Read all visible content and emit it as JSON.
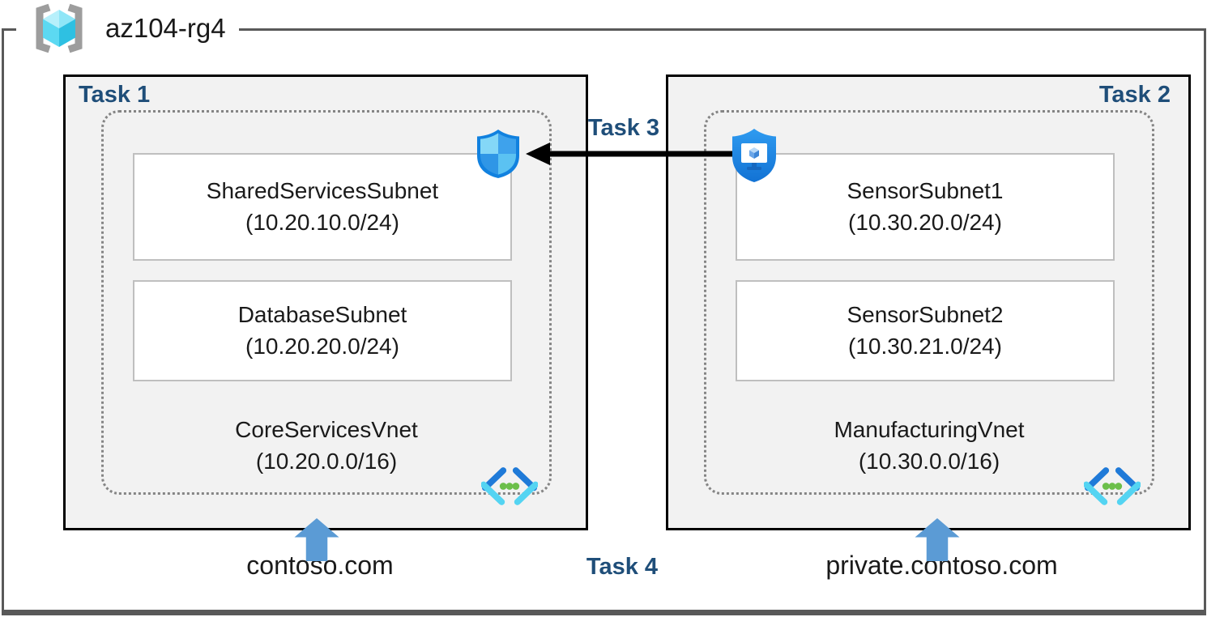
{
  "header": {
    "resource_group": "az104-rg4"
  },
  "labels": {
    "task3": "Task 3",
    "task4": "Task 4"
  },
  "groups": [
    {
      "task": "Task 1",
      "vnet": {
        "name": "CoreServicesVnet",
        "cidr": "(10.20.0.0/16)"
      },
      "subnets": [
        {
          "name": "SharedServicesSubnet",
          "cidr": "(10.20.10.0/24)"
        },
        {
          "name": "DatabaseSubnet",
          "cidr": "(10.20.20.0/24)"
        }
      ],
      "dns": "contoso.com"
    },
    {
      "task": "Task 2",
      "vnet": {
        "name": "ManufacturingVnet",
        "cidr": "(10.30.0.0/16)"
      },
      "subnets": [
        {
          "name": "SensorSubnet1",
          "cidr": "(10.30.20.0/24)"
        },
        {
          "name": "SensorSubnet2",
          "cidr": "(10.30.21.0/24)"
        }
      ],
      "dns": "private.contoso.com"
    }
  ],
  "icons": {
    "resource_group": "resource-group-icon",
    "nsg": "network-security-group-shield-icon",
    "bastion": "bastion-shield-icon",
    "vnet": "virtual-network-icon",
    "dns_pointer": "blue-up-arrow-icon",
    "peering": "black-left-arrow-icon"
  },
  "colors": {
    "task_label": "#1f4e79",
    "group_fill": "#f2f2f2",
    "group_border": "#000000",
    "outer_frame": "#595959",
    "subnet_border": "#bfbfbf",
    "dotted_border": "#858585",
    "blue_arrow": "#5b9bd5",
    "black_arrow": "#000000"
  }
}
